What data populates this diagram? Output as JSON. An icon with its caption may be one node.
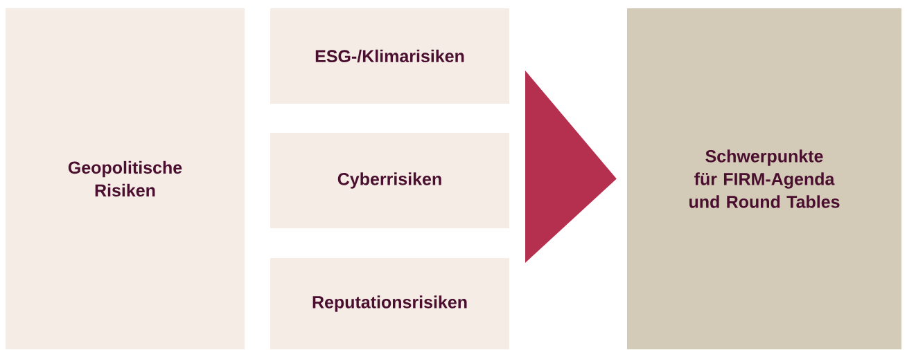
{
  "diagram": {
    "nodes": [
      {
        "text": [
          "Geopolitische Risiken"
        ]
      },
      {
        "text": [
          "ESG-/Klimarisiken"
        ]
      },
      {
        "text": [
          "Cyberrisiken"
        ]
      },
      {
        "text": [
          "Reputationsrisiken"
        ]
      },
      {
        "text": [
          "Schwerpunkte für FIRM-Agenda und Round Tables"
        ]
      }
    ],
    "edges": [
      {
        "from": null,
        "to": 4,
        "arrow": "to"
      }
    ]
  }
}
